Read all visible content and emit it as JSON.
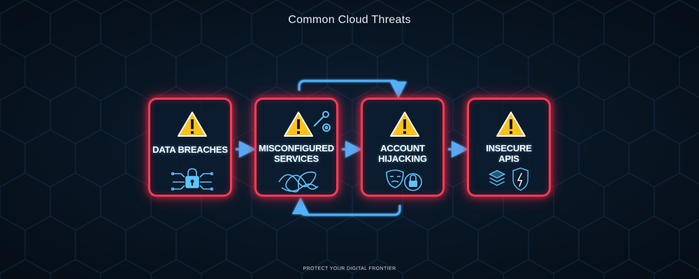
{
  "title": "Common Cloud Threats",
  "footer": "PROTECT YOUR DIGITAL FRONTIER",
  "colors": {
    "card_border": "#ff3b55",
    "arrow": "#4fb3ff",
    "warning_fill": "#ffc21a",
    "icon_stroke": "#5ec4ff"
  },
  "threats": [
    {
      "label_lines": [
        "DATA BREACHES"
      ],
      "emblem": "lock-circuit-icon"
    },
    {
      "label_lines": [
        "MISCONFIGURED",
        "SERVICES"
      ],
      "emblem": "tangled-wire-icon"
    },
    {
      "label_lines": [
        "ACCOUNT",
        "HIJACKING"
      ],
      "emblem": "mask-lock-icon"
    },
    {
      "label_lines": [
        "INSECURE",
        "APIS"
      ],
      "emblem": "layers-shield-icon"
    }
  ]
}
